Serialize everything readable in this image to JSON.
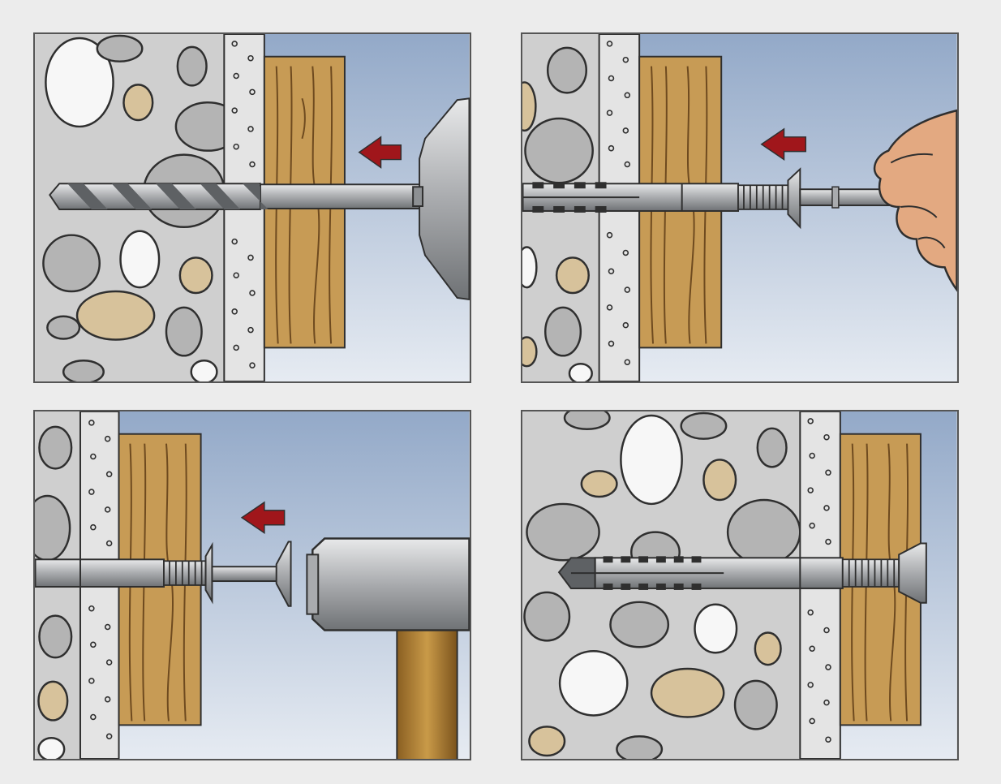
{
  "colors": {
    "background": "#ececec",
    "concrete": "#cfcfcf",
    "stone_gray": "#b4b4b4",
    "stone_white": "#f7f7f7",
    "stone_tan": "#d7c29b",
    "plaster": "#e4e4e4",
    "wood": "#c79b55",
    "wood_grain": "#6e4a1f",
    "sky_top": "#93a9c8",
    "sky_bottom": "#e6ebf2",
    "metal": "#b8babd",
    "metal_dark": "#6f7275",
    "arrow": "#a0161b",
    "outline": "#2f2f2f",
    "skin": "#e3a981",
    "handle": "#b98a3c"
  },
  "panels": [
    {
      "step": 1,
      "action": "drill-hole-through-fixture",
      "tool": "drill-bit",
      "arrow": "push-left"
    },
    {
      "step": 2,
      "action": "insert-anchor-by-hand",
      "tool": "hand",
      "arrow": "push-left"
    },
    {
      "step": 3,
      "action": "hammer-screw-in",
      "tool": "hammer",
      "arrow": "push-left"
    },
    {
      "step": 4,
      "action": "anchor-set",
      "tool": "none",
      "arrow": "none"
    }
  ]
}
